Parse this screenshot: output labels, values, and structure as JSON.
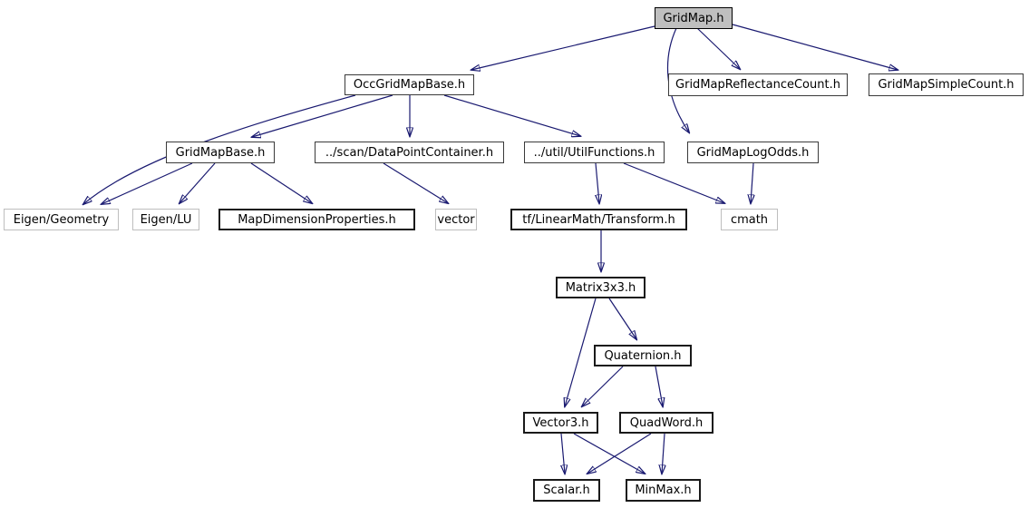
{
  "graph": {
    "title": "GridMap.h include dependency graph",
    "background_color": "#ffffff",
    "edge_color": "#191970",
    "root_fill_color": "#bfbfbf",
    "external_border_color": "#bebebe",
    "internal_border_color": "#1a1a1a",
    "nodes": [
      {
        "label": "GridMap.h",
        "type": "root"
      },
      {
        "label": "OccGridMapBase.h",
        "type": "internal"
      },
      {
        "label": "GridMapReflectanceCount.h",
        "type": "internal"
      },
      {
        "label": "GridMapSimpleCount.h",
        "type": "internal"
      },
      {
        "label": "GridMapBase.h",
        "type": "internal"
      },
      {
        "label": "../scan/DataPointContainer.h",
        "type": "internal"
      },
      {
        "label": "../util/UtilFunctions.h",
        "type": "internal"
      },
      {
        "label": "GridMapLogOdds.h",
        "type": "internal"
      },
      {
        "label": "Eigen/Geometry",
        "type": "external"
      },
      {
        "label": "Eigen/LU",
        "type": "external"
      },
      {
        "label": "MapDimensionProperties.h",
        "type": "internal-bold"
      },
      {
        "label": "vector",
        "type": "external"
      },
      {
        "label": "tf/LinearMath/Transform.h",
        "type": "internal-bold"
      },
      {
        "label": "cmath",
        "type": "external"
      },
      {
        "label": "Matrix3x3.h",
        "type": "internal-bold"
      },
      {
        "label": "Quaternion.h",
        "type": "internal-bold"
      },
      {
        "label": "Vector3.h",
        "type": "internal-bold"
      },
      {
        "label": "QuadWord.h",
        "type": "internal-bold"
      },
      {
        "label": "Scalar.h",
        "type": "internal-bold"
      },
      {
        "label": "MinMax.h",
        "type": "internal-bold"
      }
    ],
    "edges": [
      {
        "from": "GridMap.h",
        "to": "OccGridMapBase.h"
      },
      {
        "from": "GridMap.h",
        "to": "GridMapReflectanceCount.h"
      },
      {
        "from": "GridMap.h",
        "to": "GridMapSimpleCount.h"
      },
      {
        "from": "GridMap.h",
        "to": "GridMapLogOdds.h"
      },
      {
        "from": "OccGridMapBase.h",
        "to": "GridMapBase.h"
      },
      {
        "from": "OccGridMapBase.h",
        "to": "Eigen/Geometry"
      },
      {
        "from": "OccGridMapBase.h",
        "to": "../scan/DataPointContainer.h"
      },
      {
        "from": "OccGridMapBase.h",
        "to": "../util/UtilFunctions.h"
      },
      {
        "from": "GridMapBase.h",
        "to": "Eigen/Geometry"
      },
      {
        "from": "GridMapBase.h",
        "to": "Eigen/LU"
      },
      {
        "from": "GridMapBase.h",
        "to": "MapDimensionProperties.h"
      },
      {
        "from": "../scan/DataPointContainer.h",
        "to": "vector"
      },
      {
        "from": "../util/UtilFunctions.h",
        "to": "tf/LinearMath/Transform.h"
      },
      {
        "from": "../util/UtilFunctions.h",
        "to": "cmath"
      },
      {
        "from": "GridMapLogOdds.h",
        "to": "cmath"
      },
      {
        "from": "tf/LinearMath/Transform.h",
        "to": "Matrix3x3.h"
      },
      {
        "from": "Matrix3x3.h",
        "to": "Vector3.h"
      },
      {
        "from": "Matrix3x3.h",
        "to": "Quaternion.h"
      },
      {
        "from": "Quaternion.h",
        "to": "Vector3.h"
      },
      {
        "from": "Quaternion.h",
        "to": "QuadWord.h"
      },
      {
        "from": "Vector3.h",
        "to": "Scalar.h"
      },
      {
        "from": "Vector3.h",
        "to": "MinMax.h"
      },
      {
        "from": "QuadWord.h",
        "to": "Scalar.h"
      },
      {
        "from": "QuadWord.h",
        "to": "MinMax.h"
      }
    ]
  }
}
